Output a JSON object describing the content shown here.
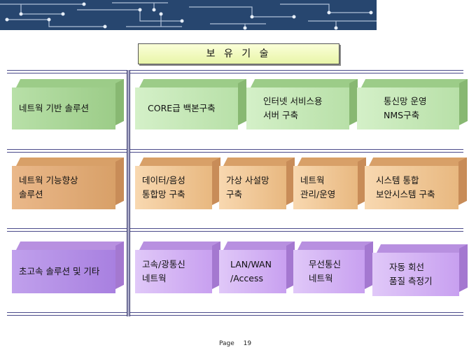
{
  "title": "보 유 기 술",
  "rows": [
    {
      "category": [
        "네트웍 기반 솔루션"
      ],
      "items": [
        [
          "CORE급 백본구축"
        ],
        [
          "인터넷 서비스용",
          "서버 구축"
        ],
        [
          "통신망 운영",
          "NMS구축"
        ]
      ]
    },
    {
      "category": [
        "네트웍 기능향상",
        "솔루션"
      ],
      "items": [
        [
          "데이터/음성",
          "통합망 구축"
        ],
        [
          "가상 사설망",
          "구축"
        ],
        [
          "네트웍",
          "관리/운영"
        ],
        [
          "시스템 통합",
          "보안시스템 구축"
        ]
      ]
    },
    {
      "category": [
        "초고속 솔루션 및 기타"
      ],
      "items": [
        [
          "고속/광통신",
          "네트웍"
        ],
        [
          "LAN/WAN",
          "/Access"
        ],
        [
          "무선통신",
          "네트웍"
        ],
        [
          "자동 회선",
          "품질 측정기"
        ]
      ]
    }
  ],
  "footer": {
    "page_label": "Page",
    "page_number": "19"
  },
  "colors": {
    "green": "#b8e0a8",
    "orange": "#e8b880",
    "purple": "#c8a0f0",
    "rule": "#4a4a8a"
  }
}
